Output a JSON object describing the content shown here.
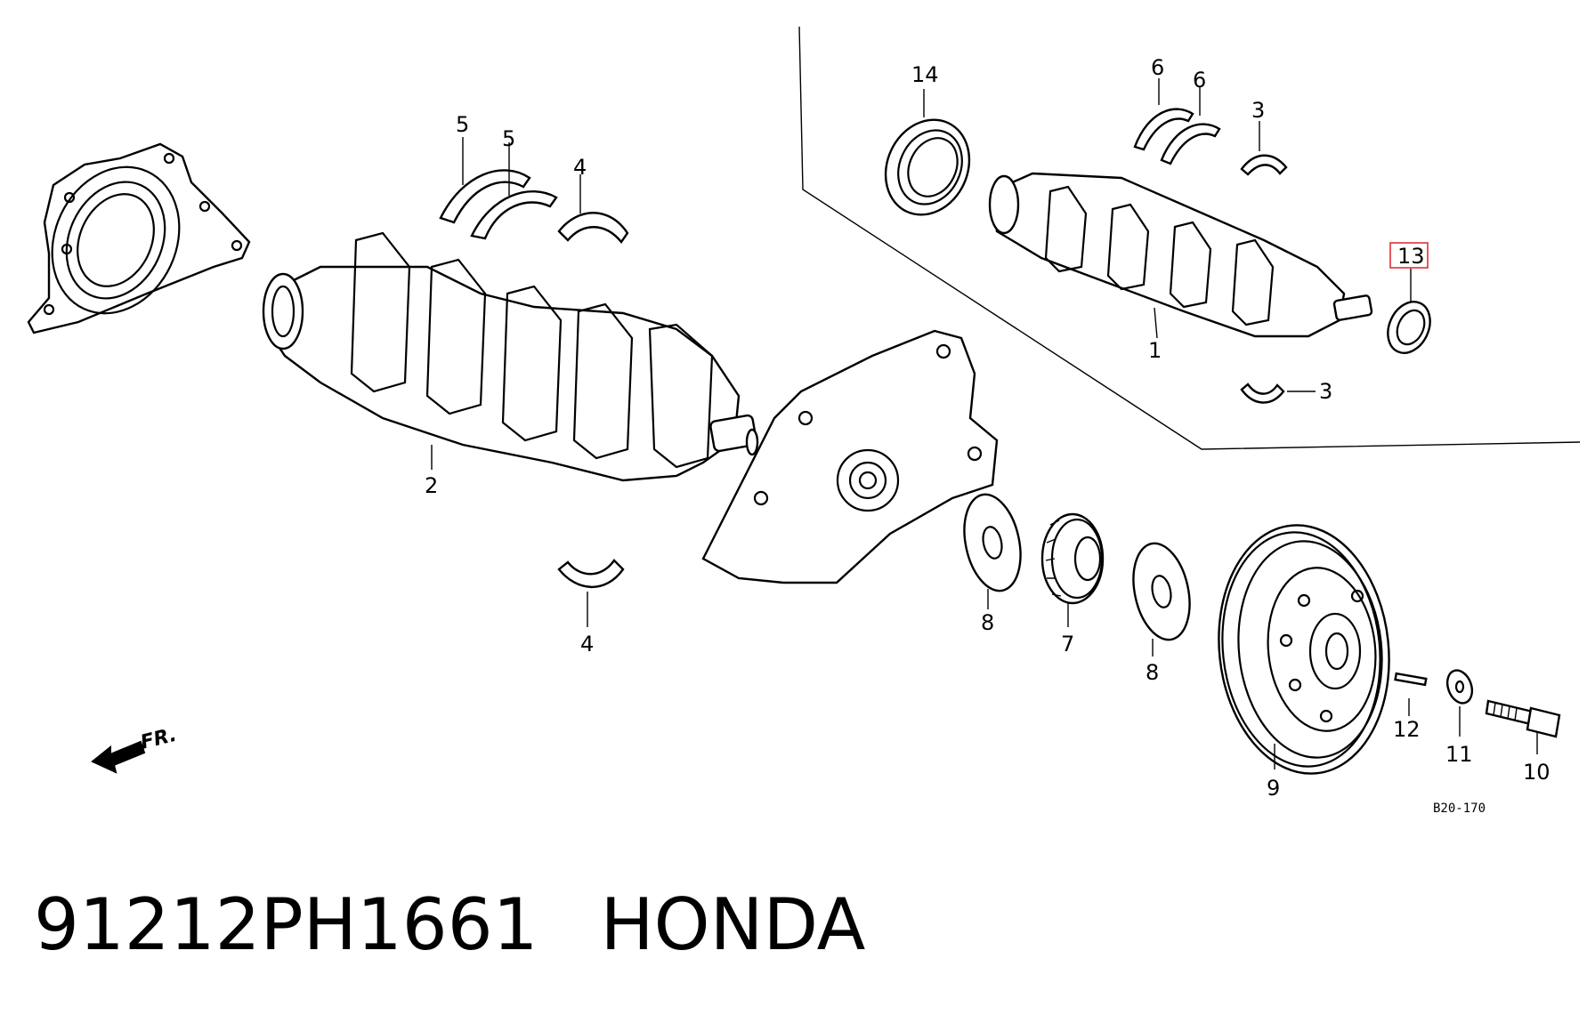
{
  "diagram": {
    "callouts": {
      "c1": "1",
      "c2": "2",
      "c3a": "3",
      "c3b": "3",
      "c4a": "4",
      "c4b": "4",
      "c5a": "5",
      "c5b": "5",
      "c6a": "6",
      "c6b": "6",
      "c7": "7",
      "c8a": "8",
      "c8b": "8",
      "c9": "9",
      "c10": "10",
      "c11": "11",
      "c12": "12",
      "c13": "13",
      "c14": "14"
    },
    "direction_label": "FR.",
    "drawing_code": "B20-170",
    "highlight_color": "#e0303a"
  },
  "caption": {
    "part_number": "91212PH1661",
    "brand": "HONDA"
  }
}
